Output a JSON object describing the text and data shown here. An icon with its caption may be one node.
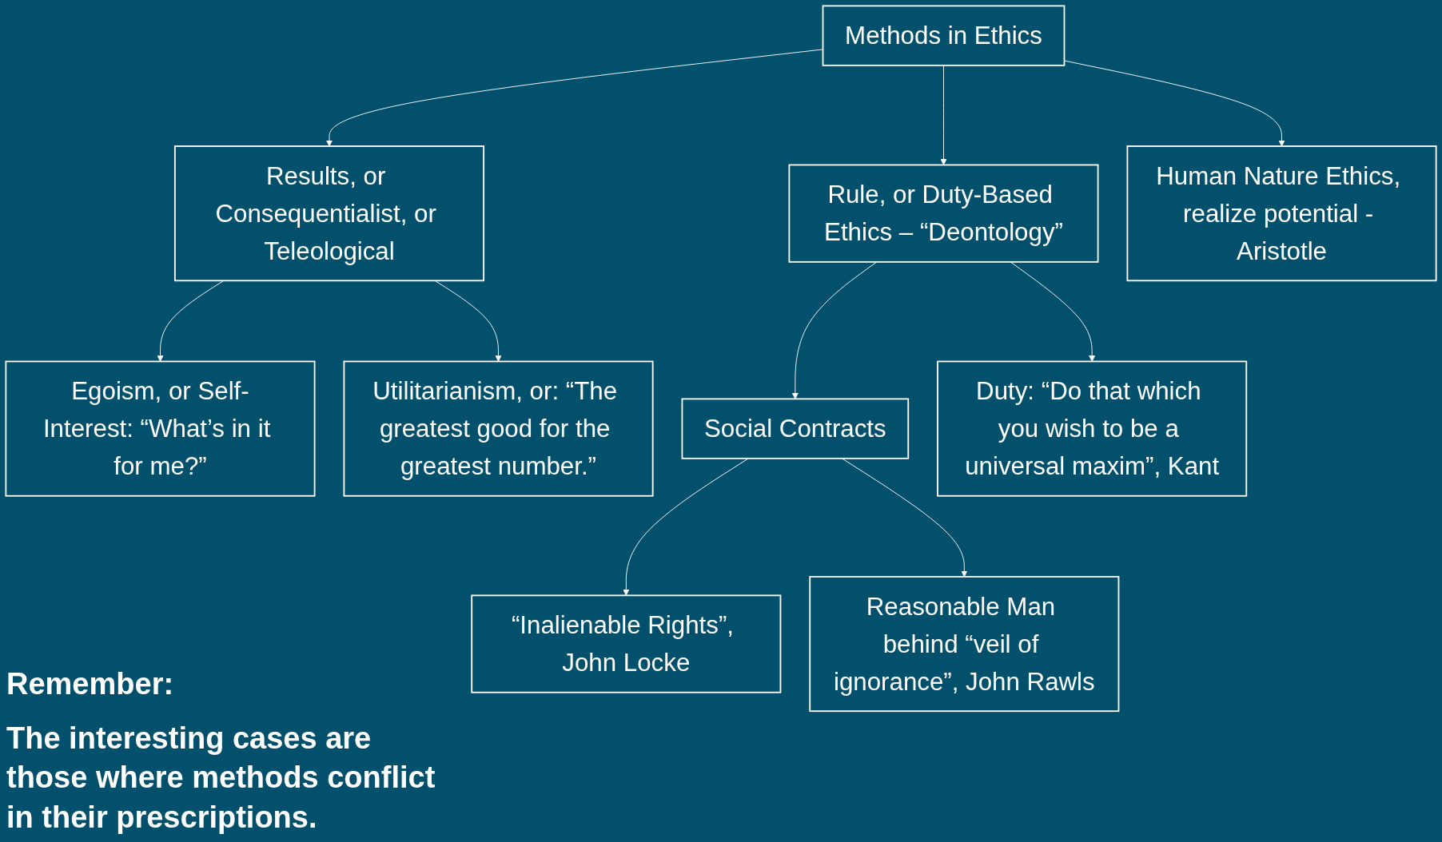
{
  "diagram": {
    "nodes": [
      {
        "text": [
          "Methods in Ethics"
        ]
      },
      {
        "text": [
          "Results, or Consequentialist, or Teleological"
        ]
      },
      {
        "text": [
          "Rule, or Duty-Based Ethics – “Deontology”"
        ]
      },
      {
        "text": [
          "Human Nature Ethics, realize potential - Aristotle"
        ]
      },
      {
        "text": [
          "Egoism, or Self-Interest: “What’s in it for me?”"
        ]
      },
      {
        "text": [
          "Utilitarianism, or: “The greatest good for the greatest number.”"
        ]
      },
      {
        "text": [
          "Social Contracts"
        ]
      },
      {
        "text": [
          "Duty: “Do that which you wish to be a universal maxim”, Kant"
        ]
      },
      {
        "text": [
          "“Inalienable Rights”, John Locke"
        ]
      },
      {
        "text": [
          "Reasonable Man behind “veil of ignorance”, John Rawls"
        ]
      }
    ],
    "edges": [
      {
        "from": 0,
        "to": 1,
        "arrow": "to"
      },
      {
        "from": 0,
        "to": 2,
        "arrow": "to"
      },
      {
        "from": 0,
        "to": 3,
        "arrow": "to"
      },
      {
        "from": 1,
        "to": 4,
        "arrow": "to"
      },
      {
        "from": 1,
        "to": 5,
        "arrow": "to"
      },
      {
        "from": 2,
        "to": 6,
        "arrow": "to"
      },
      {
        "from": 2,
        "to": 7,
        "arrow": "to"
      },
      {
        "from": 6,
        "to": 8,
        "arrow": "to"
      },
      {
        "from": 6,
        "to": 9,
        "arrow": "to"
      }
    ],
    "labels": [
      "Remember:",
      "The interesting cases are those where methods conflict in their prescriptions."
    ]
  }
}
